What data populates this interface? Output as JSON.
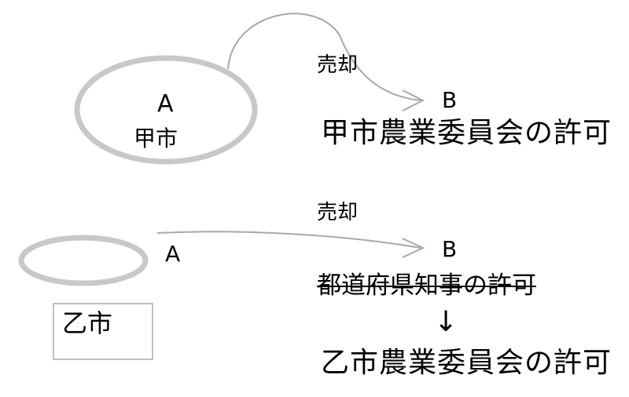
{
  "colors": {
    "ellipse_stroke": "#c8c8c8",
    "arrow_stroke": "#a8a8a8",
    "box_border": "#c0c0c0",
    "text": "#000000"
  },
  "top": {
    "node_a_letter": "A",
    "node_a_city": "甲市",
    "sale_label": "売却",
    "node_b_letter": "B",
    "permission": "甲市農業委員会の許可"
  },
  "bottom": {
    "sale_label": "売却",
    "node_a_letter": "A",
    "node_b_letter": "B",
    "city_box_label": "乙市",
    "old_permission_struck": "都道府県知事の許可",
    "down_arrow": "↓",
    "new_permission": "乙市農業委員会の許可"
  }
}
